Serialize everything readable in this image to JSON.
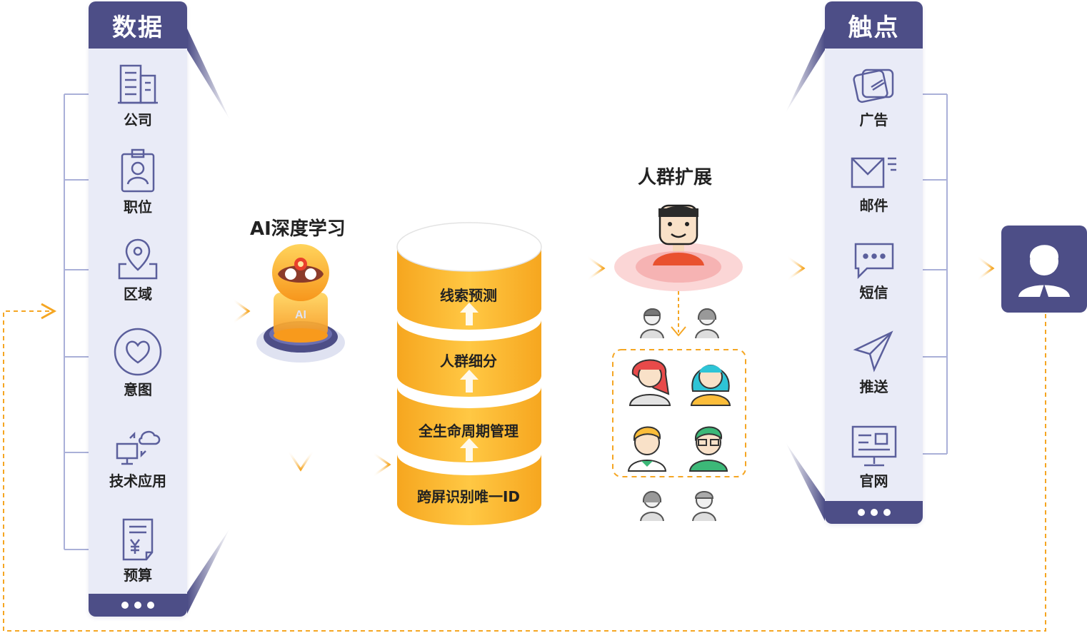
{
  "data_panel": {
    "title": "数据",
    "items": [
      {
        "label": "公司",
        "icon": "building-icon"
      },
      {
        "label": "职位",
        "icon": "badge-icon"
      },
      {
        "label": "区域",
        "icon": "map-pin-icon"
      },
      {
        "label": "意图",
        "icon": "heart-icon"
      },
      {
        "label": "技术应用",
        "icon": "cloud-computer-icon"
      },
      {
        "label": "预算",
        "icon": "invoice-yen-icon"
      }
    ]
  },
  "ai": {
    "title": "AI深度学习",
    "badge": "AI"
  },
  "cylinder": {
    "layers": [
      "线索预测",
      "人群细分",
      "全生命周期管理",
      "跨屏识别唯一ID"
    ]
  },
  "crowd": {
    "title": "人群扩展"
  },
  "touch_panel": {
    "title": "触点",
    "items": [
      {
        "label": "广告",
        "icon": "ad-cards-icon"
      },
      {
        "label": "邮件",
        "icon": "mail-icon"
      },
      {
        "label": "短信",
        "icon": "chat-icon"
      },
      {
        "label": "推送",
        "icon": "send-icon"
      },
      {
        "label": "官网",
        "icon": "monitor-icon"
      }
    ]
  },
  "colors": {
    "panel_dark": "#4d4e87",
    "panel_light": "#e9ebf7",
    "orange": "#fbb131",
    "orange_dark": "#f5a01f",
    "dash": "#f5a623"
  }
}
